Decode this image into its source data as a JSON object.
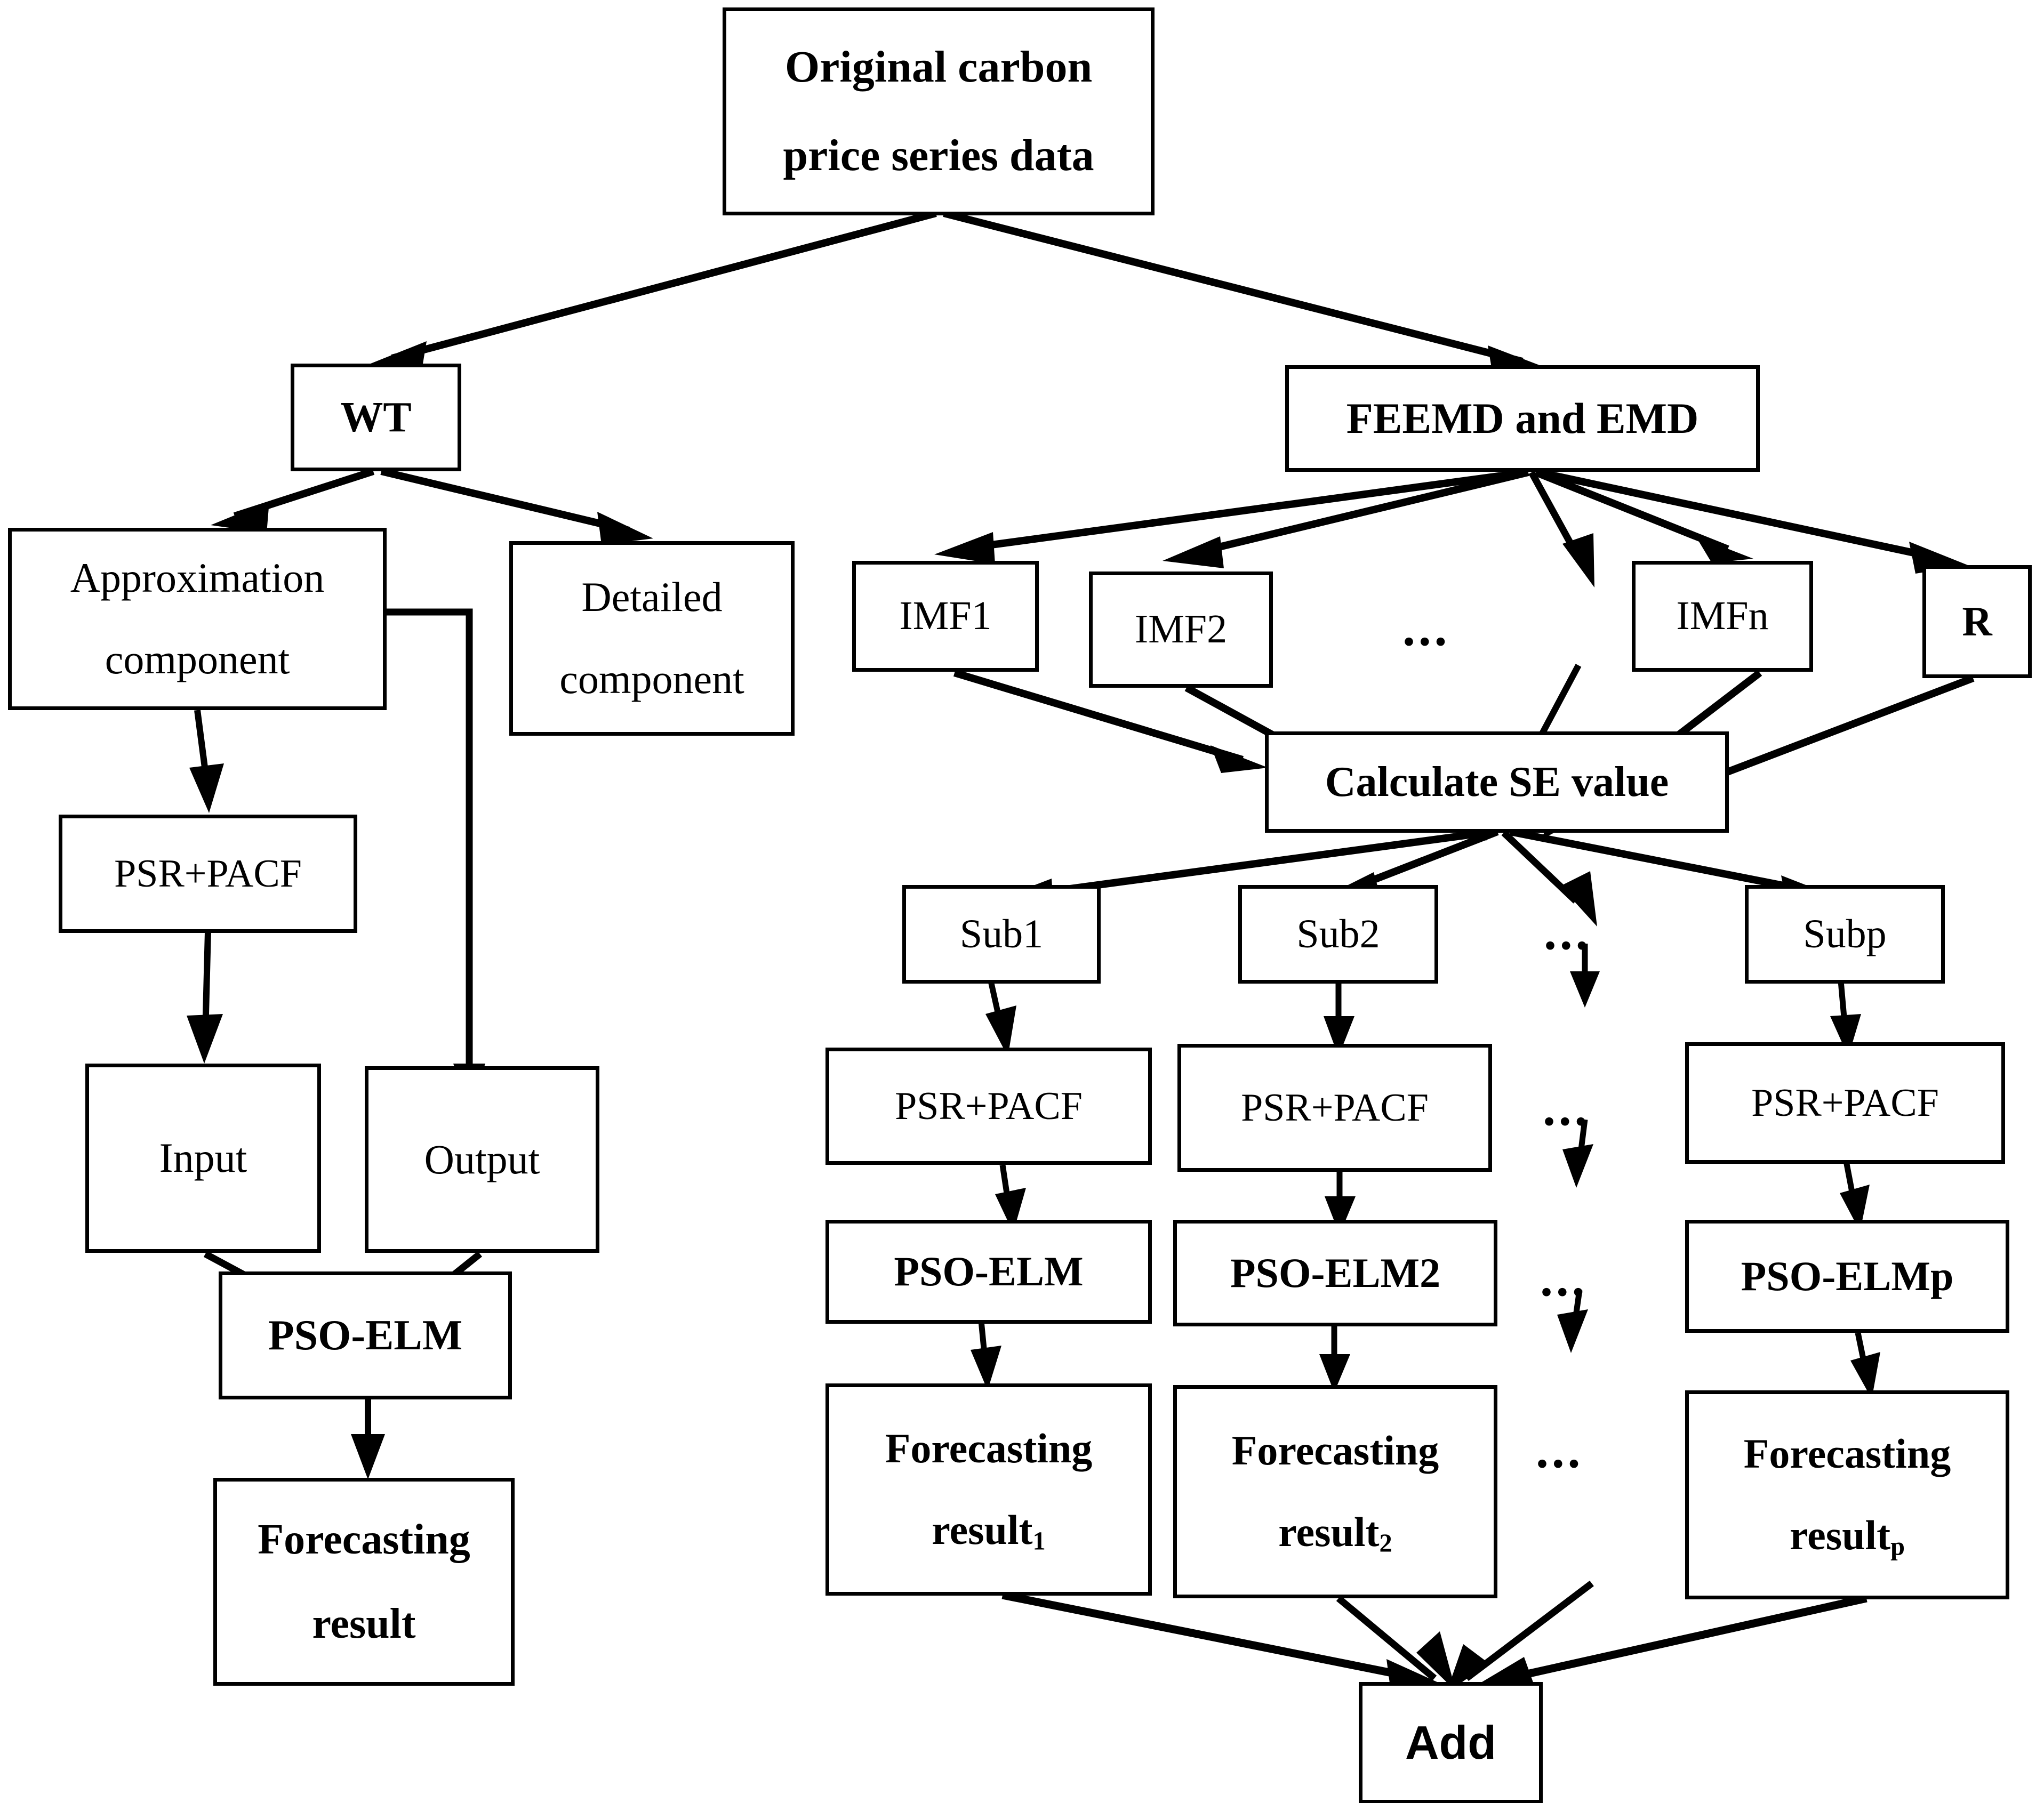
{
  "diagram": {
    "title": "Hybrid carbon price forecasting framework flowchart",
    "accent_color": "#000000",
    "background_color": "#ffffff"
  },
  "nodes": {
    "original": {
      "line1": "Original carbon",
      "line2": "price series data"
    },
    "wt": {
      "label": "WT"
    },
    "feemd": {
      "label": "FEEMD and EMD"
    },
    "approximation": {
      "line1": "Approximation",
      "line2": "component"
    },
    "detailed": {
      "line1": "Detailed",
      "line2": "component"
    },
    "imf1": {
      "label": "IMF1"
    },
    "imf2": {
      "label": "IMF2"
    },
    "imfn": {
      "label": "IMFn"
    },
    "residual": {
      "label": "R"
    },
    "calculate_se": {
      "label": "Calculate SE value"
    },
    "psr_pacf_left": {
      "label": "PSR+PACF"
    },
    "input": {
      "label": "Input"
    },
    "output": {
      "label": "Output"
    },
    "pso_elm_left": {
      "label": "PSO-ELM"
    },
    "forecast_left": {
      "line1": "Forecasting",
      "line2": "result"
    },
    "sub1": {
      "label": "Sub1"
    },
    "sub2": {
      "label": "Sub2"
    },
    "subp": {
      "label": "Subp"
    },
    "psr_pacf_1": {
      "label": "PSR+PACF"
    },
    "psr_pacf_2": {
      "label": "PSR+PACF"
    },
    "psr_pacf_p": {
      "label": "PSR+PACF"
    },
    "pso_elm_1": {
      "label": "PSO-ELM"
    },
    "pso_elm_2": {
      "label": "PSO-ELM2"
    },
    "pso_elm_p": {
      "label": "PSO-ELMp"
    },
    "forecast_1": {
      "line1": "Forecasting",
      "line2": "result",
      "sub": "1"
    },
    "forecast_2": {
      "line1": "Forecasting",
      "line2": "result",
      "sub": "2"
    },
    "forecast_p": {
      "line1": "Forecasting",
      "line2": "result",
      "sub": "p"
    },
    "add": {
      "label": "Add"
    }
  },
  "ellipses": {
    "imf_row": "...",
    "sub_row": "...",
    "psr_row": "...",
    "pso_row": "...",
    "forecast_row": "..."
  }
}
